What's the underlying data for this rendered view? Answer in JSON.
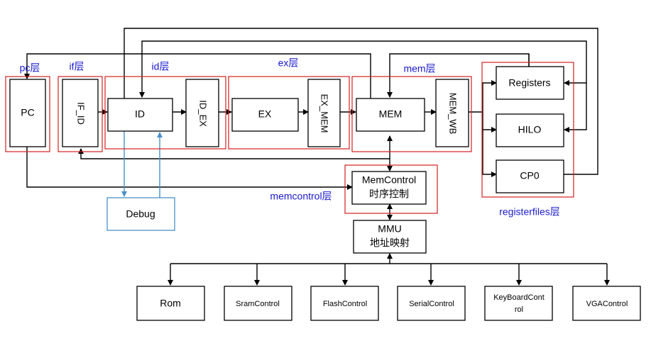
{
  "layers": {
    "pc": "pc层",
    "if": "if层",
    "id": "id层",
    "ex": "ex层",
    "mem": "mem层",
    "memcontrol": "memcontrol层",
    "registerfiles": "registerfiles层"
  },
  "blocks": {
    "pc": "PC",
    "if_id": "IF_ID",
    "id": "ID",
    "id_ex": "ID_EX",
    "ex": "EX",
    "ex_mem": "EX_MEM",
    "mem": "MEM",
    "mem_wb": "MEM_WB",
    "registers": "Registers",
    "hilo": "HILO",
    "cp0": "CP0",
    "memcontrol_line1": "MemControl",
    "memcontrol_line2": "时序控制",
    "mmu_line1": "MMU",
    "mmu_line2": "地址映射",
    "debug": "Debug"
  },
  "peripherals": {
    "rom": "Rom",
    "sram": "SramControl",
    "flash": "FlashControl",
    "serial": "SerialControl",
    "keyboard_line1": "KeyBoardCont",
    "keyboard_line2": "rol",
    "vga": "VGAControl"
  },
  "colors": {
    "group_border": "#d42020",
    "layer_label": "#1a1ad0",
    "debug_link": "#4a90c8"
  }
}
